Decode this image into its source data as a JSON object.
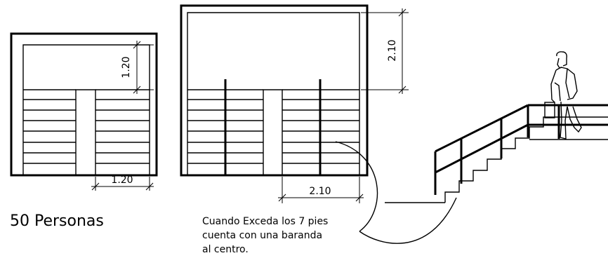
{
  "dimensions": {
    "left_vertical": "1.20",
    "left_horizontal": "1.20",
    "right_vertical": "2.10",
    "right_horizontal": "2.10"
  },
  "caption": "50 Personas",
  "note": {
    "line1": "Cuando Exceda los 7 pies",
    "line2": "cuenta con una baranda",
    "line3": "al centro."
  }
}
